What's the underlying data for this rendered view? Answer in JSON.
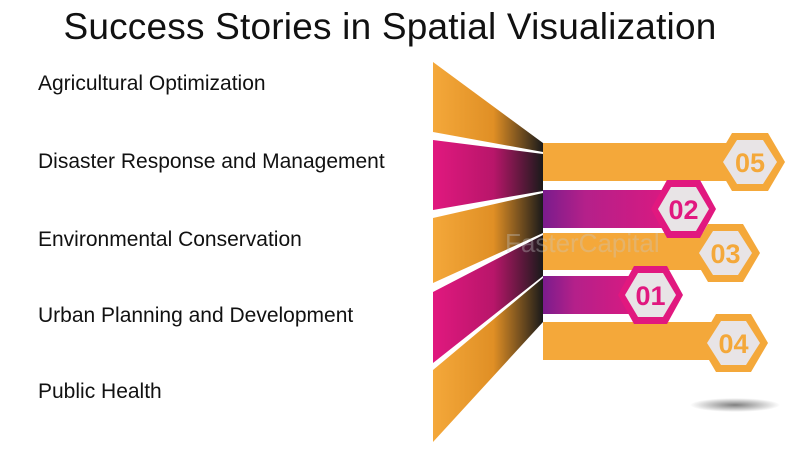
{
  "title": "Success Stories in Spatial Visualization",
  "items": [
    "Agricultural Optimization",
    "Disaster Response and Management",
    "Environmental Conservation",
    "Urban Planning and Development",
    "Public Health"
  ],
  "badges": [
    "05",
    "02",
    "03",
    "01",
    "04"
  ],
  "watermark": "FasterCapital",
  "colors": {
    "orange": "#f4a83a",
    "magenta": "#e1187f",
    "hex_fill": "#e8e4e6",
    "orange_text": "#f4a83a",
    "magenta_text": "#e1187f"
  }
}
